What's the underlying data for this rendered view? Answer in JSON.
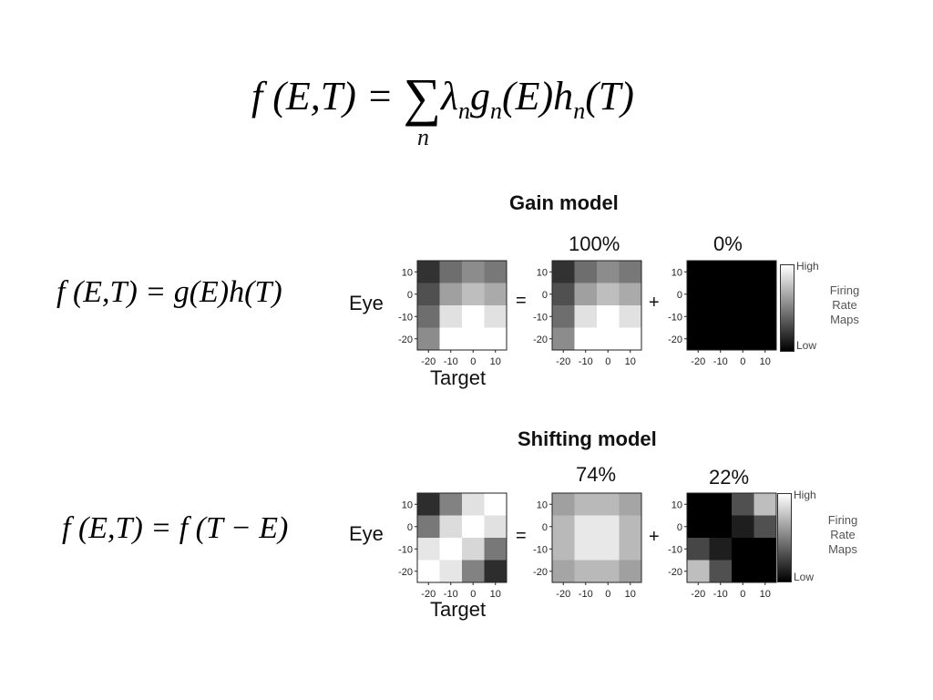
{
  "main_equation": {
    "lhs": "f (E,T) = ",
    "sum": "∑",
    "sum_sub": "n",
    "rhs": "λ",
    "rhs_sub1": "n",
    "rhs_g": "g",
    "rhs_sub2": "n",
    "rhs_e": "(E)h",
    "rhs_sub3": "n",
    "rhs_t": "(T)"
  },
  "gain_row": {
    "title": "Gain model",
    "equation": "f (E,T) = g(E)h(T)",
    "pct_a": "100%",
    "pct_b": "0%",
    "eye_label": "Eye",
    "target_label": "Target",
    "equals": "=",
    "plus": "+"
  },
  "shift_row": {
    "title": "Shifting model",
    "equation": "f (E,T) = f (T − E)",
    "pct_a": "74%",
    "pct_b": "22%",
    "eye_label": "Eye",
    "target_label": "Target",
    "equals": "=",
    "plus": "+"
  },
  "colorbar": {
    "high": "High",
    "low": "Low",
    "caption": [
      "Firing",
      "Rate",
      "Maps"
    ]
  },
  "heatmaps": {
    "y_ticks": [
      "10",
      "0",
      "-10",
      "-20"
    ],
    "x_ticks": [
      "-20",
      "-10",
      "0",
      "10"
    ],
    "gain_original": [
      [
        50,
        110,
        140,
        120
      ],
      [
        80,
        160,
        190,
        170
      ],
      [
        110,
        225,
        255,
        225
      ],
      [
        140,
        255,
        255,
        255
      ]
    ],
    "gain_component": [
      [
        50,
        110,
        140,
        120
      ],
      [
        80,
        160,
        190,
        170
      ],
      [
        110,
        225,
        255,
        225
      ],
      [
        140,
        255,
        255,
        255
      ]
    ],
    "gain_residual": [
      [
        0,
        0,
        0,
        0
      ],
      [
        0,
        0,
        0,
        0
      ],
      [
        0,
        0,
        0,
        0
      ],
      [
        0,
        0,
        0,
        0
      ]
    ],
    "shift_original": [
      [
        45,
        130,
        225,
        255
      ],
      [
        120,
        220,
        255,
        225
      ],
      [
        230,
        255,
        215,
        120
      ],
      [
        255,
        230,
        130,
        45
      ]
    ],
    "shift_component": [
      [
        160,
        185,
        185,
        165
      ],
      [
        185,
        232,
        232,
        185
      ],
      [
        185,
        232,
        232,
        185
      ],
      [
        165,
        185,
        185,
        160
      ]
    ],
    "shift_residual": [
      [
        0,
        0,
        80,
        190
      ],
      [
        0,
        0,
        30,
        80
      ],
      [
        70,
        30,
        0,
        0
      ],
      [
        190,
        80,
        0,
        0
      ]
    ]
  }
}
